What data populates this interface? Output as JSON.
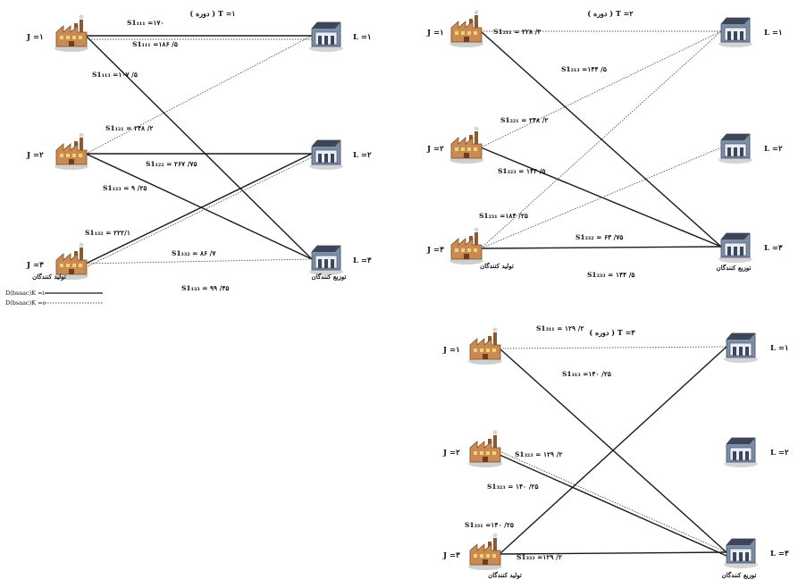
{
  "palette": {
    "solid_line": "#1a1a1a",
    "dotted_line": "#555555",
    "factory_wall": "#c98b52",
    "factory_roof": "#8a5a33",
    "warehouse_wall": "#7d8fa8",
    "warehouse_roof": "#3c4658"
  },
  "producers_caption": "تولید کنندگان",
  "distributors_caption": "توزیع کنندگان",
  "legend": {
    "solid_label": "D(bsaac)K =i",
    "dotted_label": "D(bsaac)K =o"
  },
  "panels": [
    {
      "id": "p1",
      "title": "( دوره ) T  =۱",
      "factories": [
        "J =۱",
        "J =۲",
        "J =۳"
      ],
      "warehouses": [
        "L =۱",
        "L =۲",
        "L =۳"
      ],
      "edges": [
        {
          "from": 0,
          "to": 0,
          "style": "solid",
          "label": "S1₁₁₁ =۱۷۰"
        },
        {
          "from": 0,
          "to": 0,
          "style": "dotted",
          "label": "S1₁₁₁ =۱۸۶ /۵"
        },
        {
          "from": 0,
          "to": 2,
          "style": "solid",
          "label": "S1₁₁₃ =۱۰۷ /۵"
        },
        {
          "from": 1,
          "to": 0,
          "style": "dotted",
          "label": "S1₁₂₁ = ۲۴۸ /۲"
        },
        {
          "from": 1,
          "to": 1,
          "style": "solid",
          "label": "S1₁₂₂ = ۲۶۷ /۷۵"
        },
        {
          "from": 1,
          "to": 2,
          "style": "solid",
          "label": "S1₁₂₃ = ۹ /۲۵"
        },
        {
          "from": 2,
          "to": 1,
          "style": "solid",
          "label": "S1₁₃₂ = ۲۲۲/۱"
        },
        {
          "from": 2,
          "to": 1,
          "style": "dotted",
          "label": "S1₁₃₂ = ۸۶ /۷"
        },
        {
          "from": 2,
          "to": 2,
          "style": "dotted",
          "label": "S1₁₃₃ = ۹۹ /۴۵"
        }
      ]
    },
    {
      "id": "p2",
      "title": "( دوره ) T  =۲",
      "factories": [
        "J =۱",
        "J =۲",
        "J =۳"
      ],
      "warehouses": [
        "L =۱",
        "L =۲",
        "L =۳"
      ],
      "edges": [
        {
          "from": 0,
          "to": 0,
          "style": "dotted",
          "label": "S1₂₁₁ = ۲۲۸ /۲"
        },
        {
          "from": 0,
          "to": 2,
          "style": "solid",
          "label": "S1₂₁₃ =۱۴۴ /۵"
        },
        {
          "from": 1,
          "to": 0,
          "style": "dotted",
          "label": "S1₂₂₁ = ۲۴۸ /۲"
        },
        {
          "from": 1,
          "to": 2,
          "style": "solid",
          "label": "S1₂₂₃ = ۱۴۴ /۵"
        },
        {
          "from": 2,
          "to": 0,
          "style": "dotted",
          "label": "S1₂₃₁ =۱۸۴ /۲۵"
        },
        {
          "from": 2,
          "to": 1,
          "style": "dotted",
          "label": "S1₂₃₂ = ۶۳ /۷۵"
        },
        {
          "from": 2,
          "to": 2,
          "style": "solid",
          "label": "S1₂₃₃ = ۱۴۴ /۵"
        }
      ]
    },
    {
      "id": "p3",
      "title": "( دوره ) T  =۳",
      "factories": [
        "J =۱",
        "J =۲",
        "J =۳"
      ],
      "warehouses": [
        "L =۱",
        "L =۲",
        "L =۳"
      ],
      "edges": [
        {
          "from": 0,
          "to": 0,
          "style": "dotted",
          "label": "S1₃₁₁ = ۱۲۹ /۲"
        },
        {
          "from": 0,
          "to": 2,
          "style": "solid",
          "label": "S1₃₁₃ =۱۴۰ /۲۵"
        },
        {
          "from": 1,
          "to": 2,
          "style": "dotted",
          "label": "S1₃₂₃ = ۱۲۹ /۲"
        },
        {
          "from": 1,
          "to": 2,
          "style": "solid",
          "label": "S1₃₂₃ = ۱۴۰ /۲۵"
        },
        {
          "from": 2,
          "to": 0,
          "style": "solid",
          "label": "S1₃₃₁ =۱۴۰ /۲۵"
        },
        {
          "from": 2,
          "to": 2,
          "style": "solid",
          "label": "S1₃₃₃ =۱۲۹ /۲"
        }
      ]
    }
  ]
}
